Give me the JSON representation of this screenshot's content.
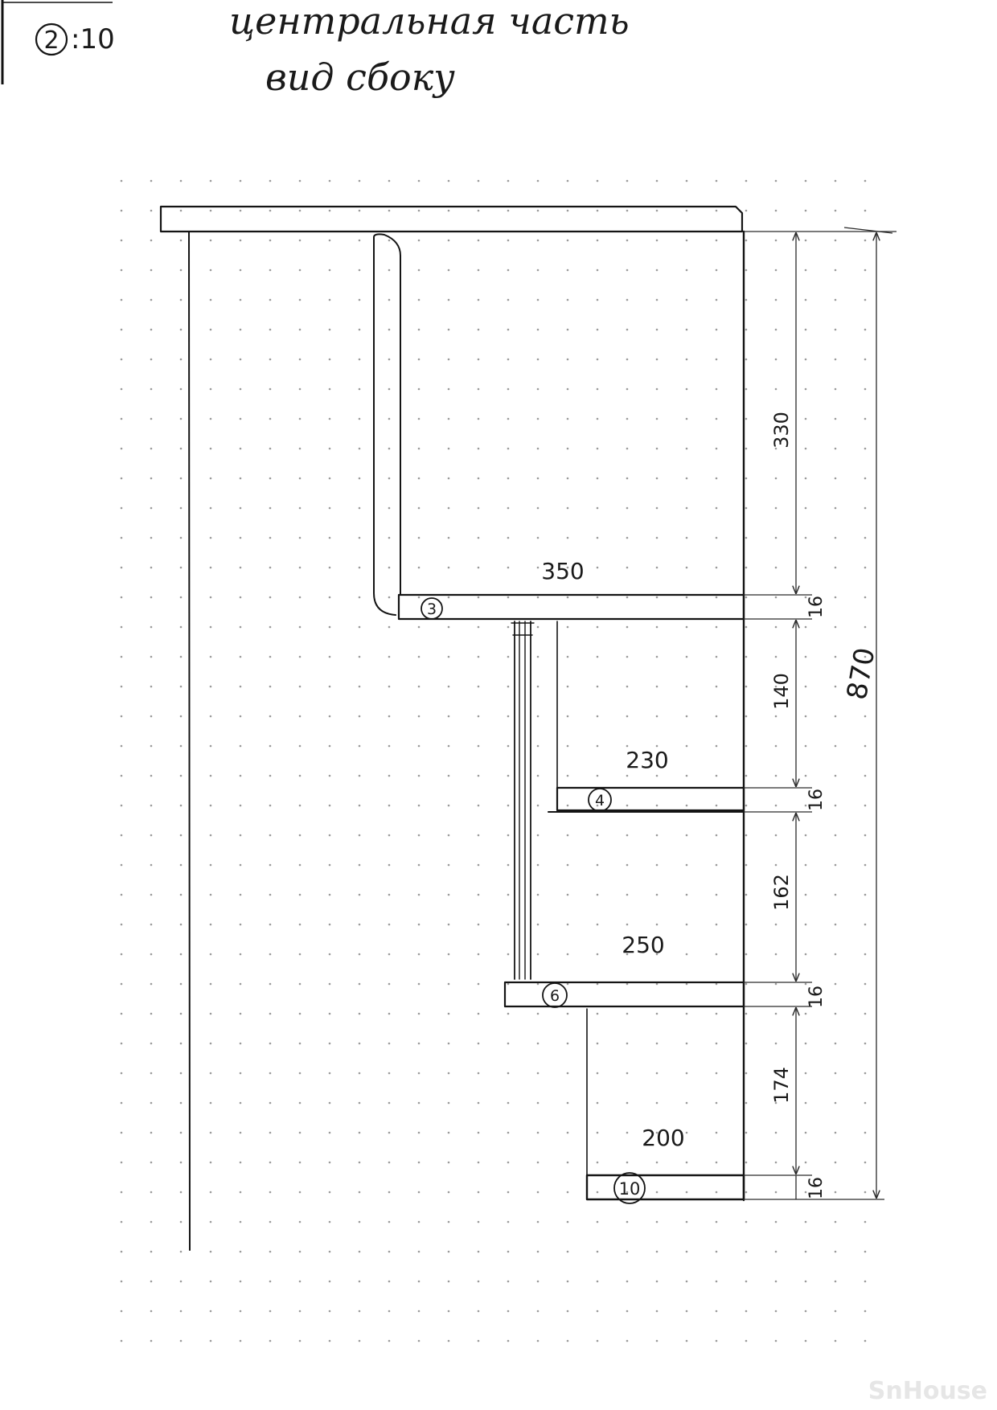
{
  "header": {
    "scale_number": "2",
    "scale_rest": ":10",
    "title_line1": "центральная часть",
    "title_line2": "вид сбоку"
  },
  "shelves": [
    {
      "id": "3",
      "width": "350"
    },
    {
      "id": "4",
      "width": "230"
    },
    {
      "id": "6",
      "width": "250"
    },
    {
      "id": "10",
      "width": "200"
    }
  ],
  "dimensions": {
    "total_height": "870",
    "vertical": [
      "330",
      "16",
      "140",
      "16",
      "162",
      "16",
      "174",
      "16"
    ]
  },
  "watermark": "SnHouse"
}
